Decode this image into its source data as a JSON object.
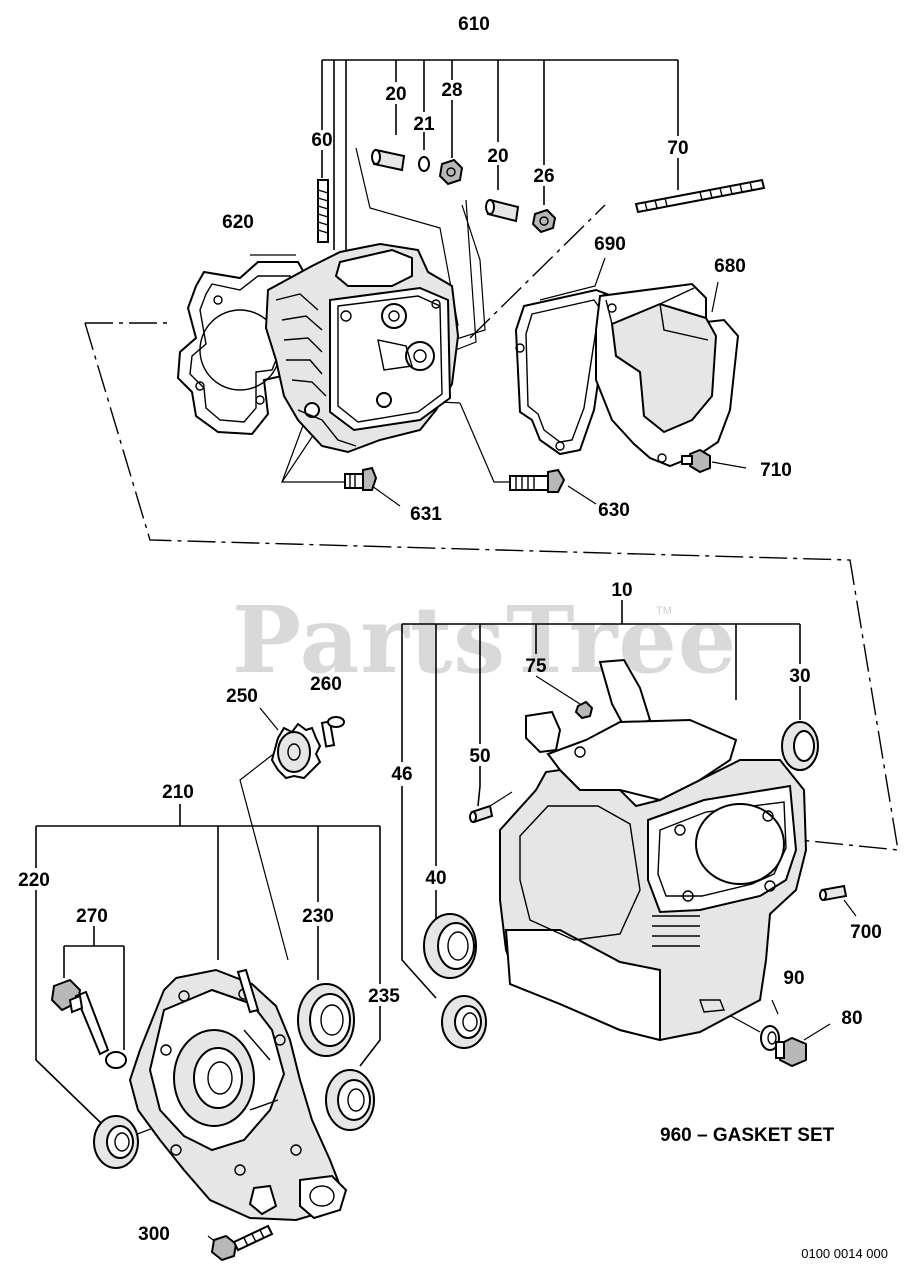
{
  "watermark": {
    "brand": "PartsTree",
    "trademark": "TM"
  },
  "callouts": {
    "c610": "610",
    "c60": "60",
    "c20a": "20",
    "c21": "21",
    "c28": "28",
    "c20b": "20",
    "c26": "26",
    "c70": "70",
    "c620": "620",
    "c690": "690",
    "c680": "680",
    "c710": "710",
    "c631": "631",
    "c630": "630",
    "c10": "10",
    "c75": "75",
    "c30": "30",
    "c46": "46",
    "c50": "50",
    "c40": "40",
    "c700": "700",
    "c90": "90",
    "c80": "80",
    "c250": "250",
    "c260": "260",
    "c210": "210",
    "c220": "220",
    "c270": "270",
    "c230": "230",
    "c235": "235",
    "c300": "300"
  },
  "notes": {
    "gasket_set": "960 – GASKET SET"
  },
  "drawing_code": "0100 0014 000"
}
